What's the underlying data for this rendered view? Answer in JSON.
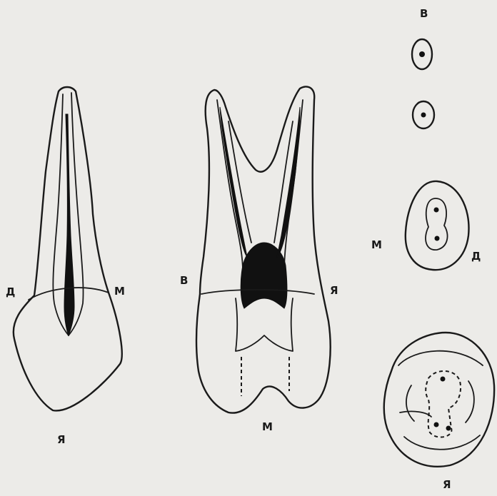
{
  "labels": {
    "left_tooth": {
      "distal": "Д",
      "mesial": "М",
      "bottom": "Я"
    },
    "middle_tooth": {
      "left": "В",
      "right": "Я",
      "bottom": "М"
    },
    "cross_sections": {
      "top": "В",
      "left": "М",
      "right": "Д",
      "bottom": "Я"
    }
  },
  "colors": {
    "line": "#1a1a1a",
    "background": "#ecebe8"
  }
}
